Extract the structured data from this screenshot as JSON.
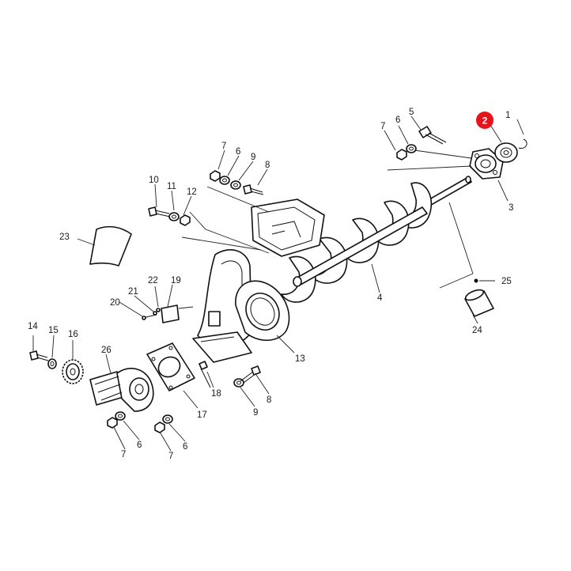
{
  "diagram": {
    "highlight_color": "#e8141c",
    "line_color": "#111111",
    "highlighted_part": "2",
    "labels": [
      "1",
      "2",
      "3",
      "4",
      "5",
      "6",
      "7",
      "8",
      "9",
      "10",
      "11",
      "12",
      "13",
      "14",
      "15",
      "16",
      "17",
      "18",
      "19",
      "20",
      "21",
      "22",
      "23",
      "24",
      "25",
      "26"
    ]
  }
}
